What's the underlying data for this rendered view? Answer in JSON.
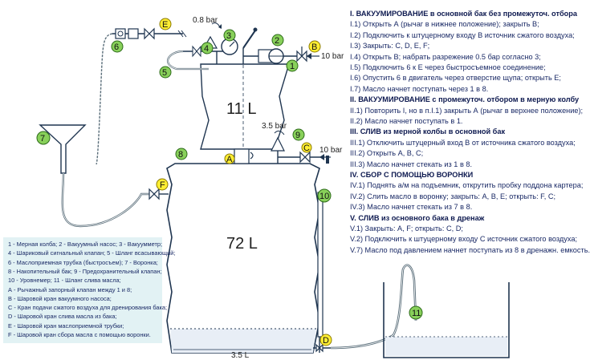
{
  "labels": {
    "n1": "1",
    "n2": "2",
    "n3": "3",
    "n4": "4",
    "n5": "5",
    "n6": "6",
    "n7": "7",
    "n8": "8",
    "n9": "9",
    "n10": "10",
    "n11": "11",
    "vA": "A",
    "vB": "B",
    "vC": "C",
    "vD": "D",
    "vE": "E",
    "vF": "F",
    "p_top": "0.8 bar",
    "p_mid": "3.5 bar",
    "p_in1": "10 bar",
    "p_in2": "10 bar",
    "vol_small": "11 L",
    "vol_big": "72 L",
    "vol_bottom": "3.5 L"
  },
  "colors": {
    "line": "#1f3550",
    "hose": "#5a6e7a",
    "fill_blue": "#dde6f0",
    "fill_liquid": "#e8eef6",
    "valve_yellow": "#ffee33",
    "bubble_green": "#88d05a",
    "legend_bg": "#e2f2f4",
    "text_blue": "#1a2a66"
  },
  "instructions": [
    {
      "t": "I. ВАКУУМИРОВАНИЕ в основной бак без промежуточ. отбора",
      "h": true
    },
    {
      "t": "I.1) Открыть А (рычаг в нижнее положение); закрыть В;",
      "h": false
    },
    {
      "t": "I.2) Подключить к штуцерному входу В источник сжатого воздуха;",
      "h": false
    },
    {
      "t": "I.3) Закрыть: C, D, E, F;",
      "h": false
    },
    {
      "t": "I.4) Открыть В; набрать разрежение 0.5 бар согласно 3;",
      "h": false
    },
    {
      "t": "I.5) Подключить 6 к Е через быстросъемное соединение;",
      "h": false
    },
    {
      "t": "I.6) Опустить 6 в двигатель через отверстие щупа; открыть Е;",
      "h": false
    },
    {
      "t": "I.7) Масло начнет поступать через 1 в 8.",
      "h": false
    },
    {
      "t": "II. ВАКУУМИРОВАНИЕ с промежуточ. отбором  в мерную колбу",
      "h": true
    },
    {
      "t": "II.1) Повторить I, но в п.I.1) закрыть А (рычаг в верхнее положение);",
      "h": false
    },
    {
      "t": "II.2) Масло начнет поступать в 1.",
      "h": false
    },
    {
      "t": "III. СЛИВ из мерной колбы в основной бак",
      "h": true
    },
    {
      "t": "III.1) Отключить штуцерный вход В от источника сжатого воздуха;",
      "h": false
    },
    {
      "t": "III.2) Открыть А, В, С;",
      "h": false
    },
    {
      "t": "III.3) Масло начнет стекать из 1 в 8.",
      "h": false
    },
    {
      "t": "IV. СБОР С ПОМОЩЬЮ ВОРОНКИ",
      "h": true
    },
    {
      "t": "IV.1) Поднять а/м на подъемник, открутить пробку поддона картера;",
      "h": false
    },
    {
      "t": "IV.2) Слить масло в воронку; закрыть: А, В, Е; открыть: F, C;",
      "h": false
    },
    {
      "t": "IV.3) Масло начнет стекать из 7 в 8.",
      "h": false
    },
    {
      "t": "V. СЛИВ из основного бака в дренаж",
      "h": true
    },
    {
      "t": "V.1) Закрыть: А, F; открыть: С, D;",
      "h": false
    },
    {
      "t": "V.2) Подключить к штуцерному входу С источник сжатого воздуха;",
      "h": false
    },
    {
      "t": "V.7) Масло под давлением начнет поступать из 8 в дренажн. емкость.",
      "h": false
    }
  ],
  "legend": [
    "1 - Мерная колба; 2 - Вакуумный насос; 3 - Вакуумметр;",
    "4 - Шариковый сигнальный клапан; 5 - Шланг всасывающий;",
    "6 - Маслоприемная трубка (быстросъем); 7 - Воронка;",
    "8 - Накопительный бак; 9 - Предохранительный клапан;",
    "10 - Уровнемер; 11 - Шланг слива масла;",
    "А - Рычажный запорный клапан между 1 и 8;",
    "В - Шаровой кран вакуумного насоса;",
    "С - Кран подачи сжатого воздуха для дренирования бака;",
    "D - Шаровой кран слива масла из бака;",
    "Е - Шаровой кран маслоприемной трубки;",
    "F - Шаровой кран сбора масла с помощью воронки."
  ]
}
